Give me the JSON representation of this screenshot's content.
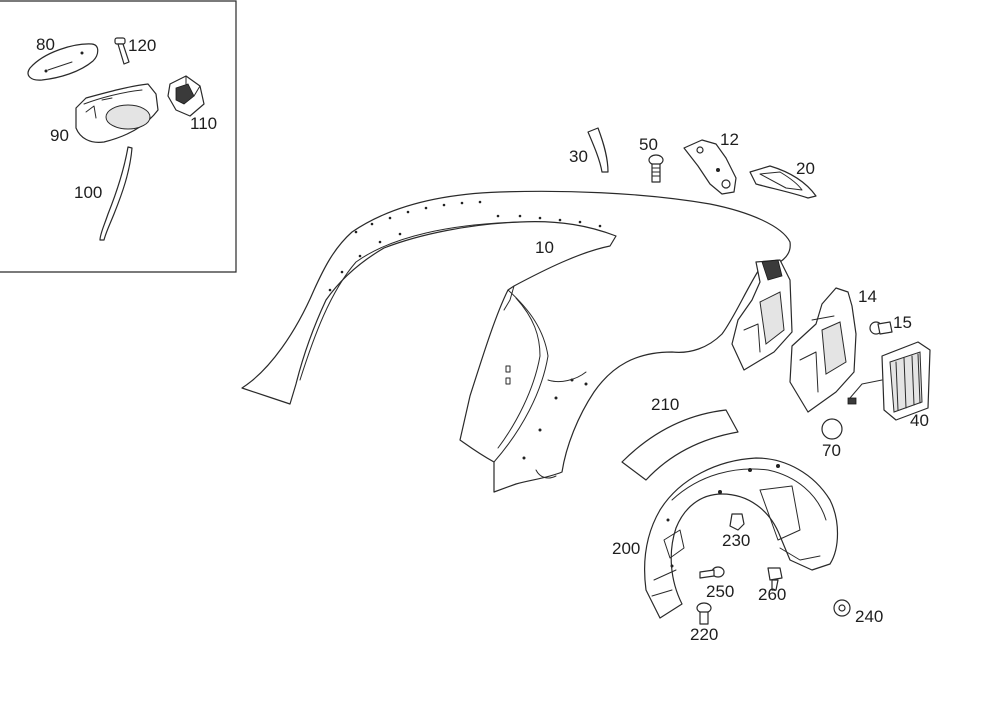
{
  "diagram": {
    "callouts": {
      "p10": "10",
      "p12": "12",
      "p14": "14",
      "p15": "15",
      "p20": "20",
      "p30": "30",
      "p40": "40",
      "p50": "50",
      "p70": "70",
      "p80": "80",
      "p90": "90",
      "p100": "100",
      "p110": "110",
      "p120": "120",
      "p200": "200",
      "p210": "210",
      "p220": "220",
      "p230": "230",
      "p240": "240",
      "p250": "250",
      "p260": "260"
    }
  }
}
